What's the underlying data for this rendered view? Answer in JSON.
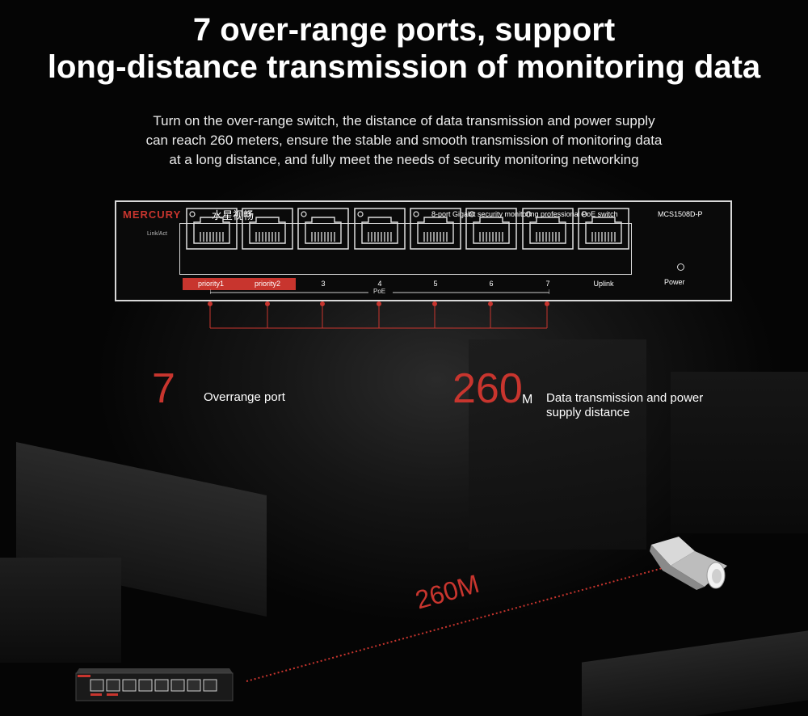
{
  "headline": {
    "line1": "7 over-range ports, support",
    "line2": "long-distance transmission of monitoring data"
  },
  "description": {
    "line1": "Turn on the over-range switch, the distance of data transmission and power supply",
    "line2": "can reach 260 meters, ensure the stable and smooth transmission of monitoring data",
    "line3": "at a long distance, and fully meet the needs of security monitoring networking"
  },
  "switch_panel": {
    "brand": "MERCURY",
    "brand_cn": "水星视畅",
    "product_desc": "8-port Gigabit security monitoring professional PoE switch",
    "model": "MCS1508D-P",
    "link_act": "Link/Act",
    "ports": [
      "priority1",
      "priority2",
      "3",
      "4",
      "5",
      "6",
      "7",
      "Uplink"
    ],
    "poe_label": "PoE",
    "power_label": "Power"
  },
  "stats": [
    {
      "number": "7",
      "unit": "",
      "text_line1": "Overrange port",
      "text_line2": ""
    },
    {
      "number": "260",
      "unit": "M",
      "text_line1": "Data transmission and power",
      "text_line2": "supply distance"
    }
  ],
  "distance_label": "260M",
  "colors": {
    "accent": "#c8352e",
    "background": "#050505",
    "text": "#ffffff"
  }
}
